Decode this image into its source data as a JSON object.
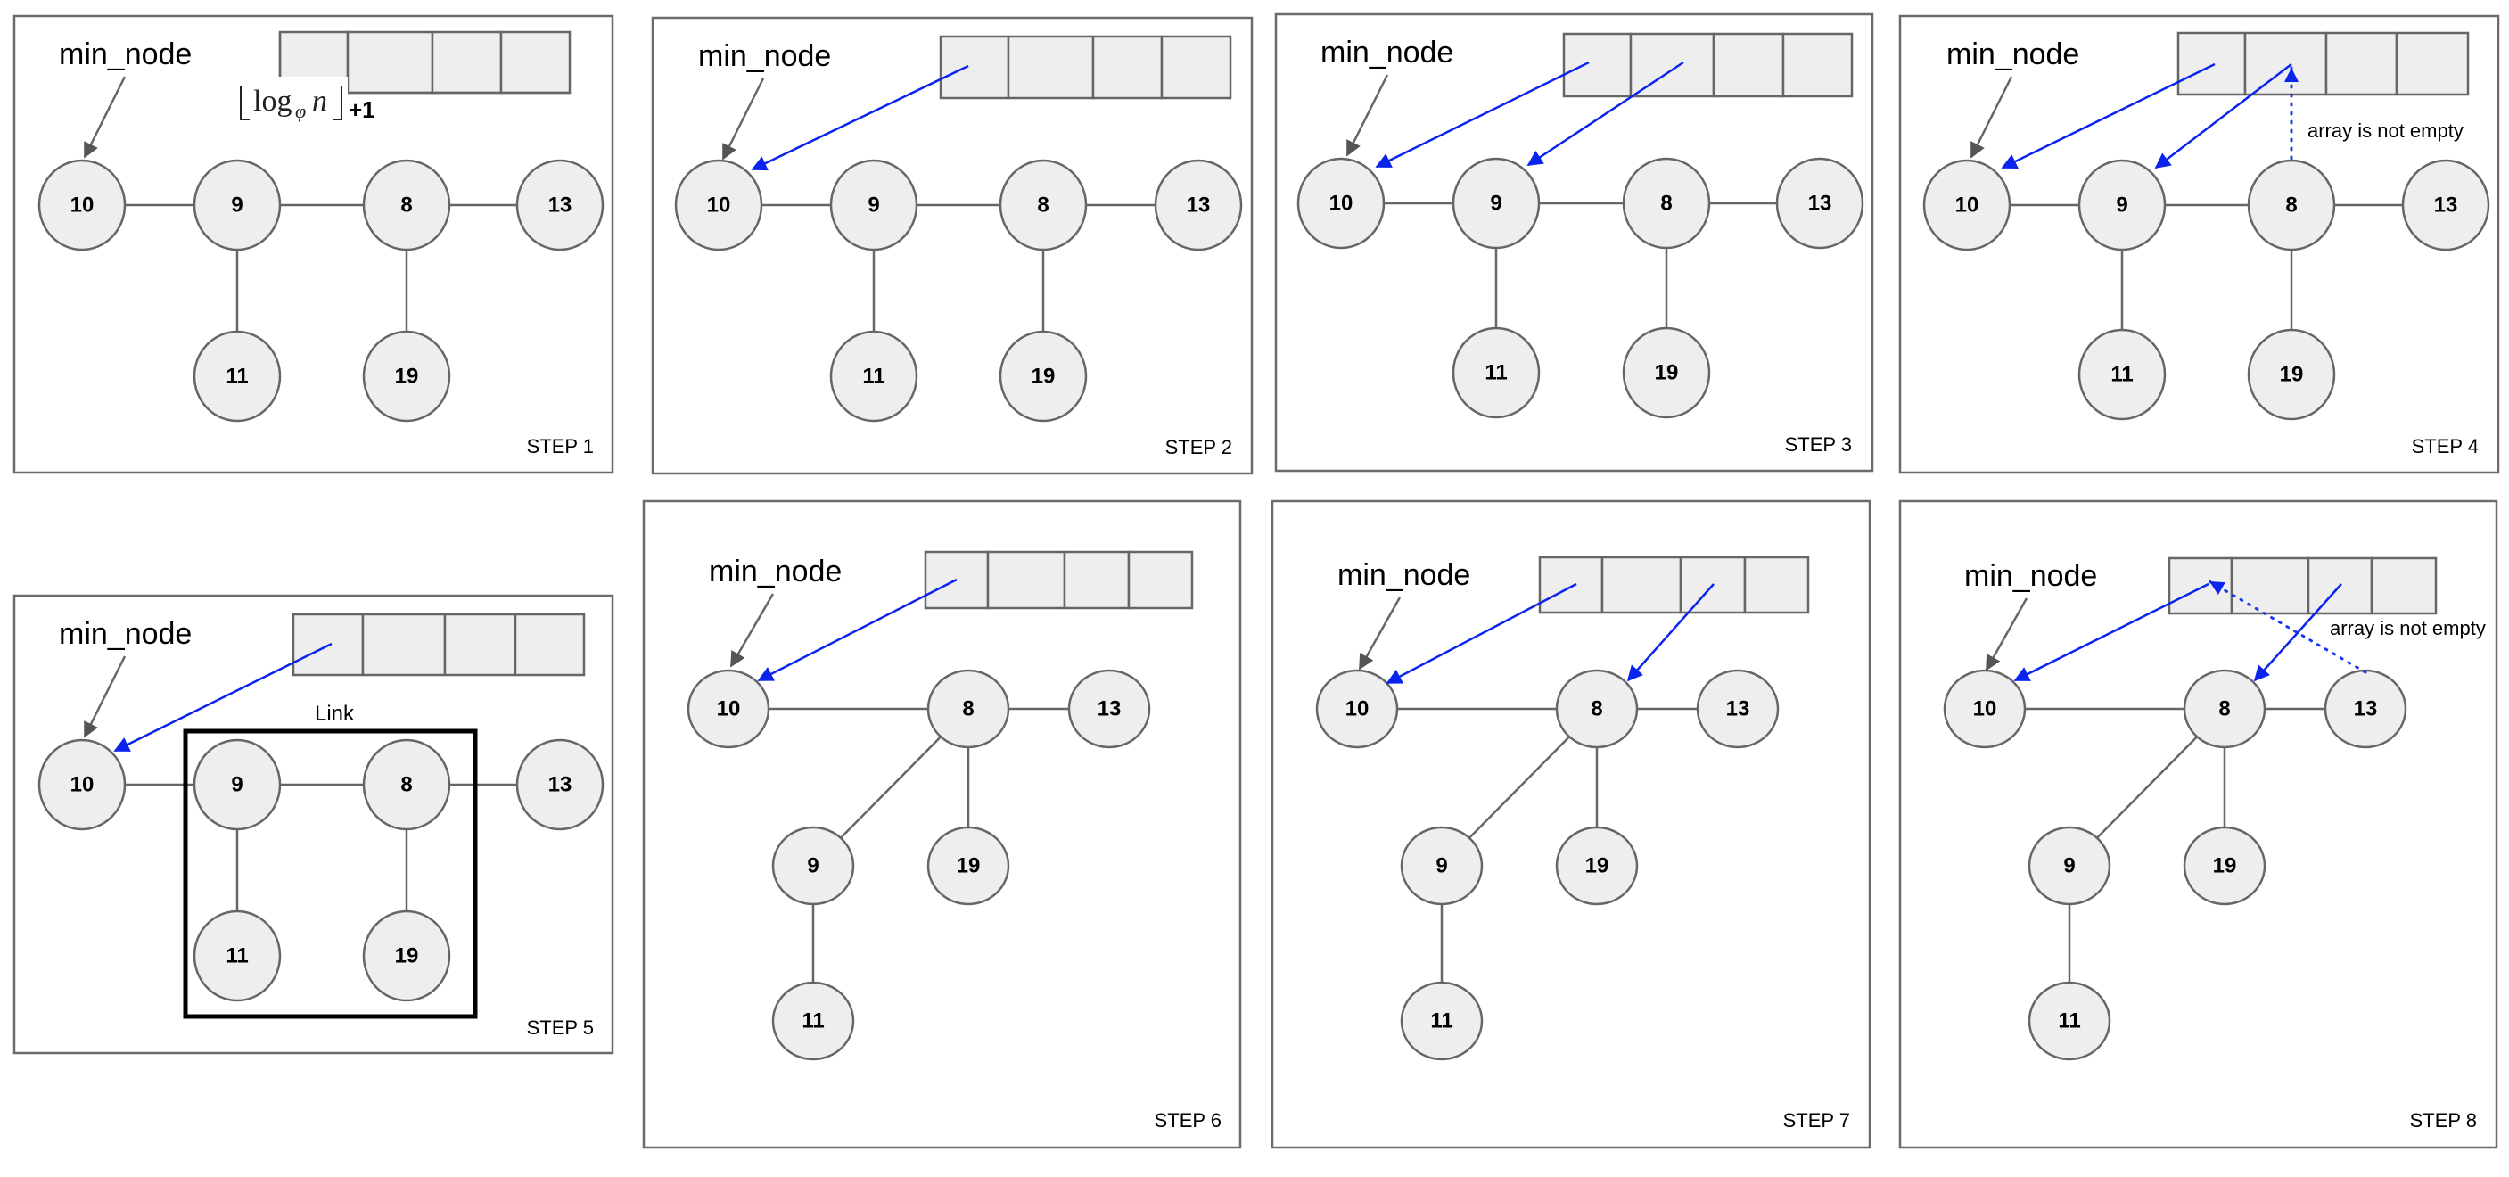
{
  "figure": {
    "title": "Fibonacci heap consolidate walkthrough",
    "pointer_label": "min_node",
    "array_size_formula": {
      "text": "⌊log_φ n⌋ +1",
      "base": "log",
      "subscript": "φ",
      "argument": "n",
      "suffix": "+1"
    },
    "array_slots": 4,
    "colors": {
      "node_fill": "#eeeeee",
      "stroke": "#666666",
      "array_pointer": "#0a24ee",
      "link_box": "#000000"
    }
  },
  "panels": [
    {
      "step_label": "STEP 1",
      "nodes": [
        "10",
        "9",
        "8",
        "13",
        "11",
        "19"
      ],
      "edges": [
        [
          "10",
          "9"
        ],
        [
          "9",
          "8"
        ],
        [
          "8",
          "13"
        ],
        [
          "9",
          "11"
        ],
        [
          "8",
          "19"
        ]
      ],
      "min_node": "10",
      "array_pointers": [],
      "show_formula": true
    },
    {
      "step_label": "STEP 2",
      "nodes": [
        "10",
        "9",
        "8",
        "13",
        "11",
        "19"
      ],
      "edges": [
        [
          "10",
          "9"
        ],
        [
          "9",
          "8"
        ],
        [
          "8",
          "13"
        ],
        [
          "9",
          "11"
        ],
        [
          "8",
          "19"
        ]
      ],
      "min_node": "10",
      "array_pointers": [
        {
          "slot": 0,
          "node": "10"
        }
      ]
    },
    {
      "step_label": "STEP 3",
      "nodes": [
        "10",
        "9",
        "8",
        "13",
        "11",
        "19"
      ],
      "edges": [
        [
          "10",
          "9"
        ],
        [
          "9",
          "8"
        ],
        [
          "8",
          "13"
        ],
        [
          "9",
          "11"
        ],
        [
          "8",
          "19"
        ]
      ],
      "min_node": "10",
      "array_pointers": [
        {
          "slot": 0,
          "node": "10"
        },
        {
          "slot": 1,
          "node": "9"
        }
      ]
    },
    {
      "step_label": "STEP 4",
      "nodes": [
        "10",
        "9",
        "8",
        "13",
        "11",
        "19"
      ],
      "edges": [
        [
          "10",
          "9"
        ],
        [
          "9",
          "8"
        ],
        [
          "8",
          "13"
        ],
        [
          "9",
          "11"
        ],
        [
          "8",
          "19"
        ]
      ],
      "min_node": "10",
      "array_pointers": [
        {
          "slot": 0,
          "node": "10"
        },
        {
          "slot": 1,
          "node": "9"
        }
      ],
      "check": {
        "node": "8",
        "slot": 1
      },
      "note": "array is not empty"
    },
    {
      "step_label": "STEP 5",
      "nodes": [
        "10",
        "9",
        "8",
        "13",
        "11",
        "19"
      ],
      "edges": [
        [
          "10",
          "9"
        ],
        [
          "9",
          "8"
        ],
        [
          "8",
          "13"
        ],
        [
          "9",
          "11"
        ],
        [
          "8",
          "19"
        ]
      ],
      "min_node": "10",
      "array_pointers": [
        {
          "slot": 0,
          "node": "10"
        }
      ],
      "link_label": "Link",
      "linked": [
        "9",
        "8"
      ]
    },
    {
      "step_label": "STEP 6",
      "nodes": [
        "10",
        "8",
        "13",
        "9",
        "19",
        "11"
      ],
      "edges": [
        [
          "10",
          "8"
        ],
        [
          "8",
          "13"
        ],
        [
          "8",
          "9"
        ],
        [
          "8",
          "19"
        ],
        [
          "9",
          "11"
        ]
      ],
      "min_node": "10",
      "array_pointers": [
        {
          "slot": 0,
          "node": "10"
        }
      ]
    },
    {
      "step_label": "STEP 7",
      "nodes": [
        "10",
        "8",
        "13",
        "9",
        "19",
        "11"
      ],
      "edges": [
        [
          "10",
          "8"
        ],
        [
          "8",
          "13"
        ],
        [
          "8",
          "9"
        ],
        [
          "8",
          "19"
        ],
        [
          "9",
          "11"
        ]
      ],
      "min_node": "10",
      "array_pointers": [
        {
          "slot": 0,
          "node": "10"
        },
        {
          "slot": 2,
          "node": "8"
        }
      ]
    },
    {
      "step_label": "STEP 8",
      "nodes": [
        "10",
        "8",
        "13",
        "9",
        "19",
        "11"
      ],
      "edges": [
        [
          "10",
          "8"
        ],
        [
          "8",
          "13"
        ],
        [
          "8",
          "9"
        ],
        [
          "8",
          "19"
        ],
        [
          "9",
          "11"
        ]
      ],
      "min_node": "10",
      "array_pointers": [
        {
          "slot": 0,
          "node": "10"
        },
        {
          "slot": 2,
          "node": "8"
        }
      ],
      "check": {
        "node": "13",
        "slot": 0
      },
      "note": "array is not empty"
    }
  ]
}
